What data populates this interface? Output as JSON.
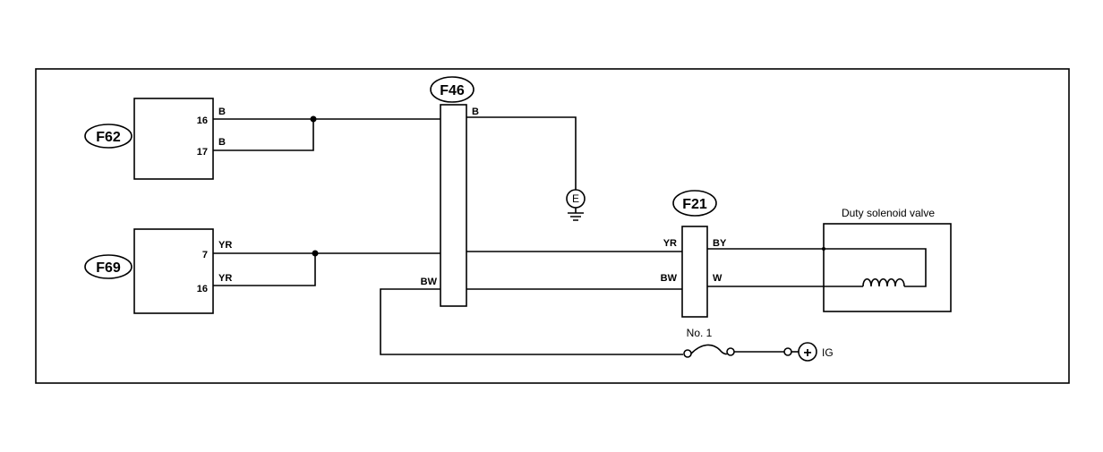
{
  "connectors": {
    "f62": {
      "id": "F62",
      "pins": [
        "16",
        "17"
      ],
      "wires": [
        "B",
        "B"
      ]
    },
    "f69": {
      "id": "F69",
      "pins": [
        "7",
        "16"
      ],
      "wires": [
        "YR",
        "YR"
      ]
    },
    "f46": {
      "id": "F46",
      "wires": {
        "ground": "B",
        "feed": "BW"
      }
    },
    "f21": {
      "id": "F21",
      "wires": {
        "in_top": "YR",
        "out_top": "BY",
        "in_bottom": "BW",
        "out_bottom": "W"
      }
    }
  },
  "ground": {
    "label": "E"
  },
  "solenoid": {
    "label": "Duty solenoid valve"
  },
  "fuse": {
    "label": "No. 1"
  },
  "power": {
    "symbol": "+",
    "label": "IG"
  }
}
